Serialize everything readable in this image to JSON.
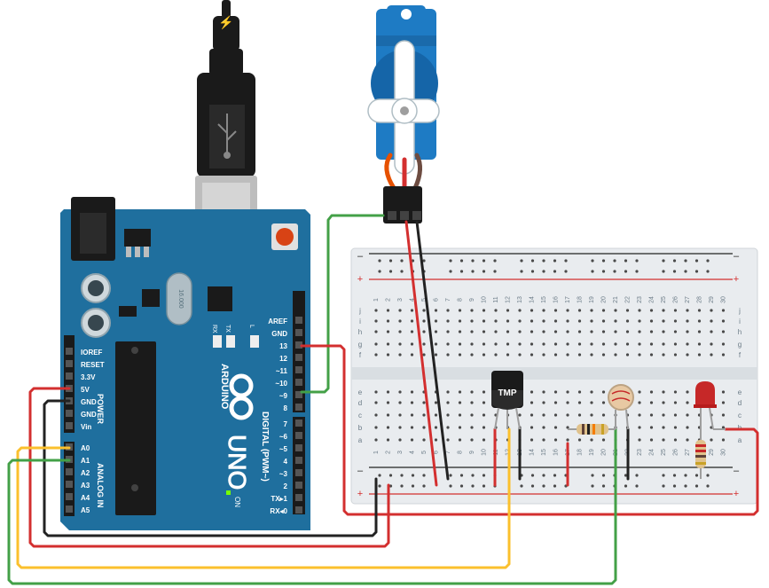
{
  "arduino": {
    "brand": "ARDUINO",
    "model": "UNO",
    "crystal": "16.000",
    "digital_title": "DIGITAL (PWM~)",
    "power_title": "POWER",
    "analog_title": "ANALOG IN",
    "on_label": "ON",
    "tx_label": "TX",
    "rx_label": "RX",
    "l_label": "L",
    "power_pins": [
      "IOREF",
      "RESET",
      "3.3V",
      "5V",
      "GND",
      "GND",
      "Vin"
    ],
    "analog_pins": [
      "A0",
      "A1",
      "A2",
      "A3",
      "A4",
      "A5"
    ],
    "digital_top": [
      "AREF",
      "GND",
      "13",
      "12",
      "~11",
      "~10",
      "~9",
      "8"
    ],
    "digital_bottom": [
      "7",
      "~6",
      "~5",
      "4",
      "~3",
      "2",
      "TX▸1",
      "RX◂0"
    ],
    "color": "#1f6f9e"
  },
  "breadboard": {
    "columns": [
      "1",
      "2",
      "3",
      "4",
      "5",
      "6",
      "7",
      "8",
      "9",
      "10",
      "11",
      "12",
      "13",
      "14",
      "15",
      "16",
      "17",
      "18",
      "19",
      "20",
      "21",
      "22",
      "23",
      "24",
      "25",
      "26",
      "27",
      "28",
      "29",
      "30"
    ],
    "rows_top": [
      "j",
      "i",
      "h",
      "g",
      "f"
    ],
    "rows_bottom": [
      "e",
      "d",
      "c",
      "b",
      "a"
    ],
    "rail_plus": "+",
    "rail_minus": "–"
  },
  "components": {
    "temp_sensor": "TMP",
    "usb_symbol": "⚡",
    "led_color": "#c62828"
  },
  "wire_colors": {
    "red": "#d32f2f",
    "black": "#222222",
    "green": "#43a047",
    "yellow": "#fbc02d",
    "orange": "#e65100"
  }
}
